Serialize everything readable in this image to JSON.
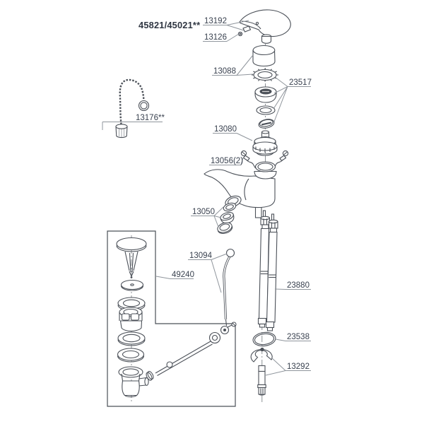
{
  "diagram": {
    "title": "45821/45021**",
    "colors": {
      "line": "#4b5058",
      "label_text": "#39414f",
      "leader": "#8f959c",
      "background": "#ffffff"
    },
    "part_labels": [
      {
        "id": "handle-assembly",
        "number": "13192"
      },
      {
        "id": "handle-screw",
        "number": "13126"
      },
      {
        "id": "cap-and-lock-ring",
        "number": "13088"
      },
      {
        "id": "trim-set",
        "number": "23517"
      },
      {
        "id": "plug-with-chain",
        "number": "13176**"
      },
      {
        "id": "cartridge",
        "number": "13080"
      },
      {
        "id": "side-screws",
        "number": "13056(2)"
      },
      {
        "id": "aerator-set",
        "number": "13050"
      },
      {
        "id": "pop-up-rod",
        "number": "13094"
      },
      {
        "id": "waste-assembly",
        "number": "49240"
      },
      {
        "id": "flexible-hoses",
        "number": "23880"
      },
      {
        "id": "o-ring",
        "number": "23538"
      },
      {
        "id": "fixing-set",
        "number": "13292"
      }
    ]
  }
}
